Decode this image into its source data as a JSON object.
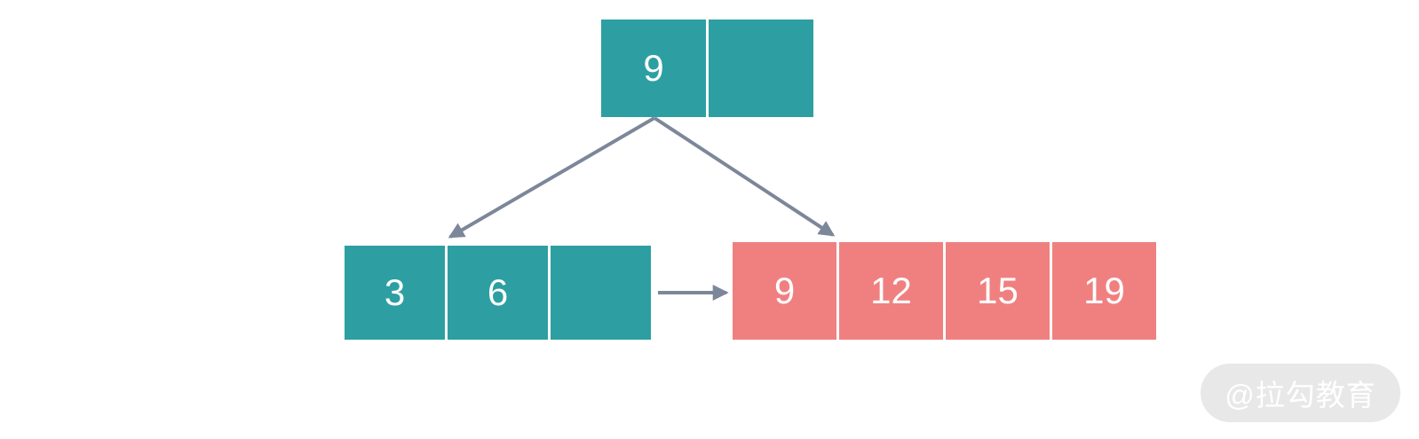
{
  "diagram": {
    "nodes": {
      "root": {
        "cells": [
          "9",
          ""
        ]
      },
      "left": {
        "cells": [
          "3",
          "6",
          ""
        ]
      },
      "right": {
        "cells": [
          "9",
          "12",
          "15",
          "19"
        ]
      }
    },
    "edges": [
      {
        "from": "root",
        "to": "left"
      },
      {
        "from": "root",
        "to": "right"
      },
      {
        "from": "left",
        "to": "right"
      }
    ],
    "colors": {
      "teal": "#2D9FA2",
      "coral": "#F08080",
      "arrow": "#7C8799"
    }
  },
  "watermark": {
    "text": "@拉勾教育"
  }
}
